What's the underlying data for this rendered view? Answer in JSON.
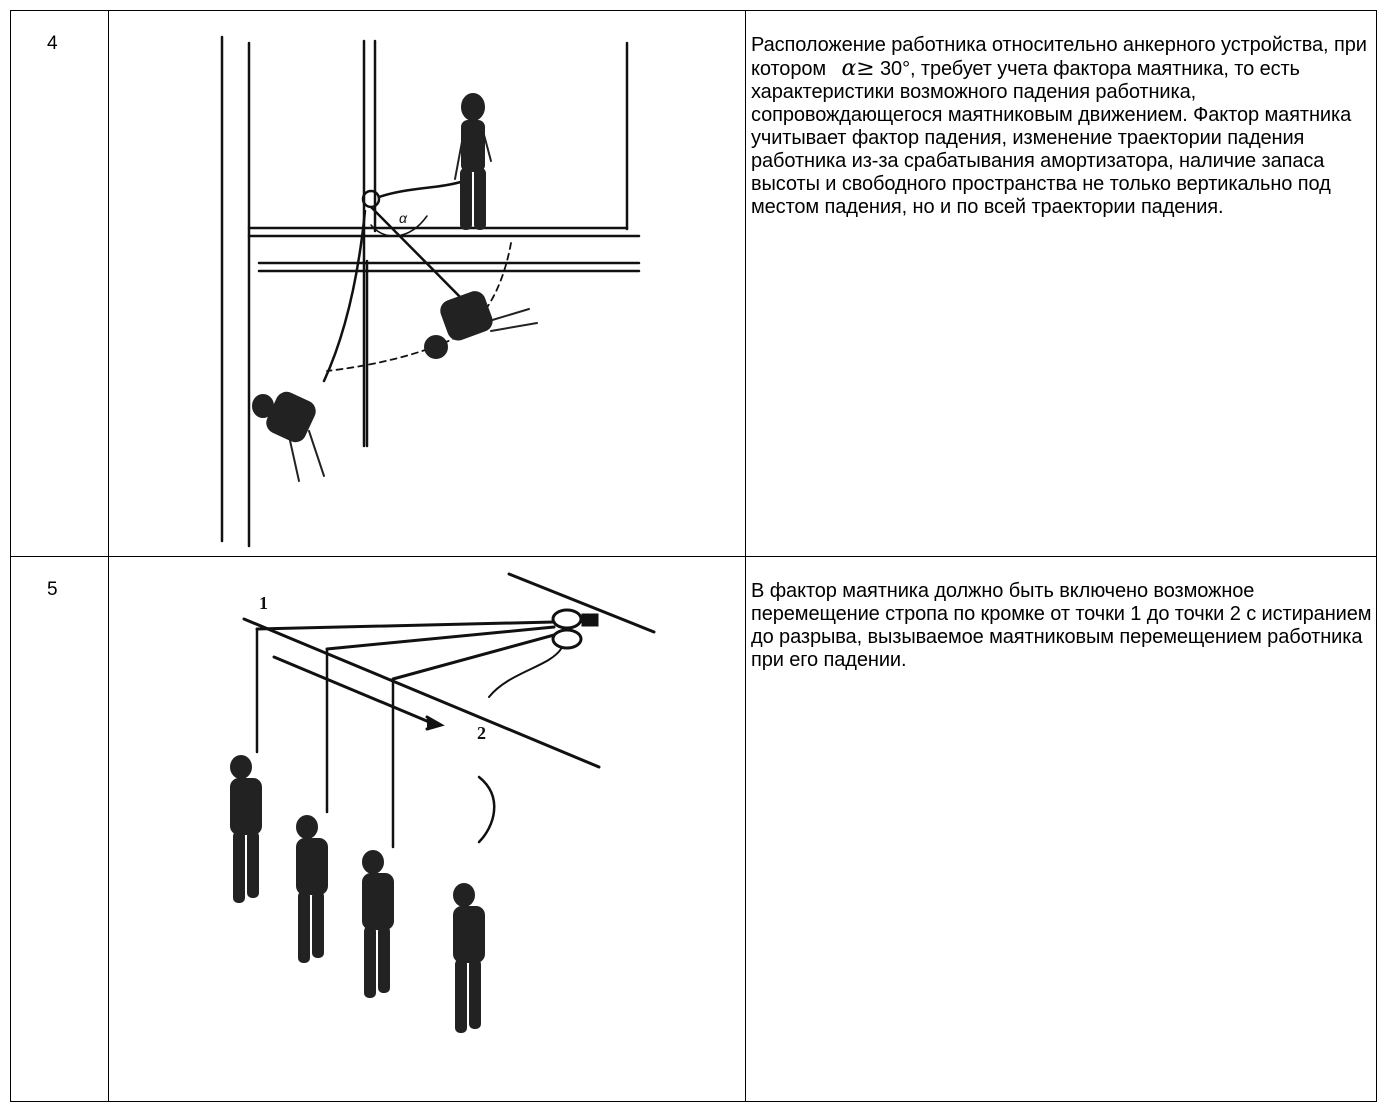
{
  "rows": [
    {
      "number": "4",
      "text_before_symbol": "Расположение работника относительно анкерного устройства, при котором ",
      "symbol": "α≥",
      "text_after_symbol": " 30°, требует учета фактора маятника, то есть характеристики возможного падения работника, сопровождающегося маятниковым движением. Фактор маятника учитывает фактор падения, изменение траектории падения работника из-за срабатывания амортизатора, наличие запаса высоты и свободного пространства не только вертикально под местом падения, но и по всей траектории падения."
    },
    {
      "number": "5",
      "text": "В фактор маятника должно быть включено возможное перемещение стропа по кромке от точки 1 до точки 2 с истиранием до разрыва, вызываемое маятниковым перемещением работника при его падении.",
      "figure_labels": {
        "point1": "1",
        "point2": "2"
      }
    }
  ]
}
